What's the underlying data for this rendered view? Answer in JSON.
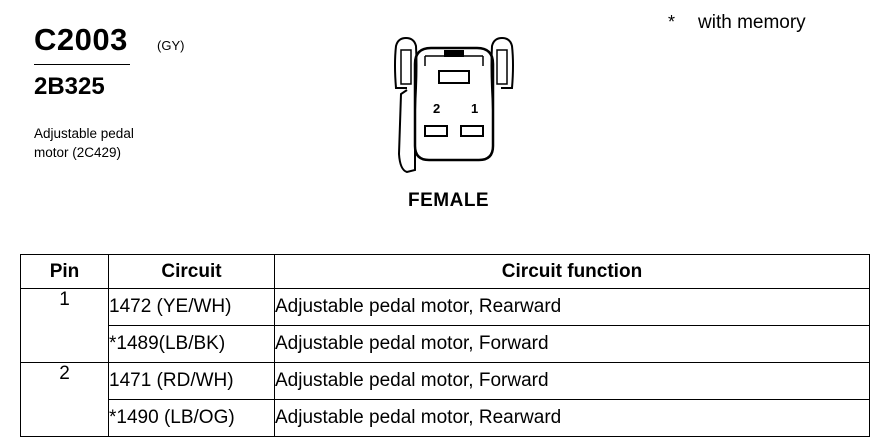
{
  "connector": {
    "id": "C2003",
    "color_code": "(GY)",
    "part_number": "2B325",
    "description_lines": [
      "Adjustable pedal",
      "motor (2C429)"
    ],
    "view_label": "FEMALE",
    "pin_labels": [
      "2",
      "1"
    ]
  },
  "note": {
    "symbol": "*",
    "text": "with memory"
  },
  "table": {
    "headers": [
      "Pin",
      "Circuit",
      "Circuit function"
    ],
    "rows": [
      {
        "pin": "1",
        "circuit": "1472 (YE/WH)",
        "function": "Adjustable pedal motor, Rearward"
      },
      {
        "pin": "",
        "circuit": "*1489(LB/BK)",
        "function": "Adjustable pedal motor, Forward"
      },
      {
        "pin": "2",
        "circuit": "1471 (RD/WH)",
        "function": "Adjustable pedal motor, Forward"
      },
      {
        "pin": "",
        "circuit": "*1490 (LB/OG)",
        "function": "Adjustable pedal motor, Rearward"
      }
    ]
  }
}
